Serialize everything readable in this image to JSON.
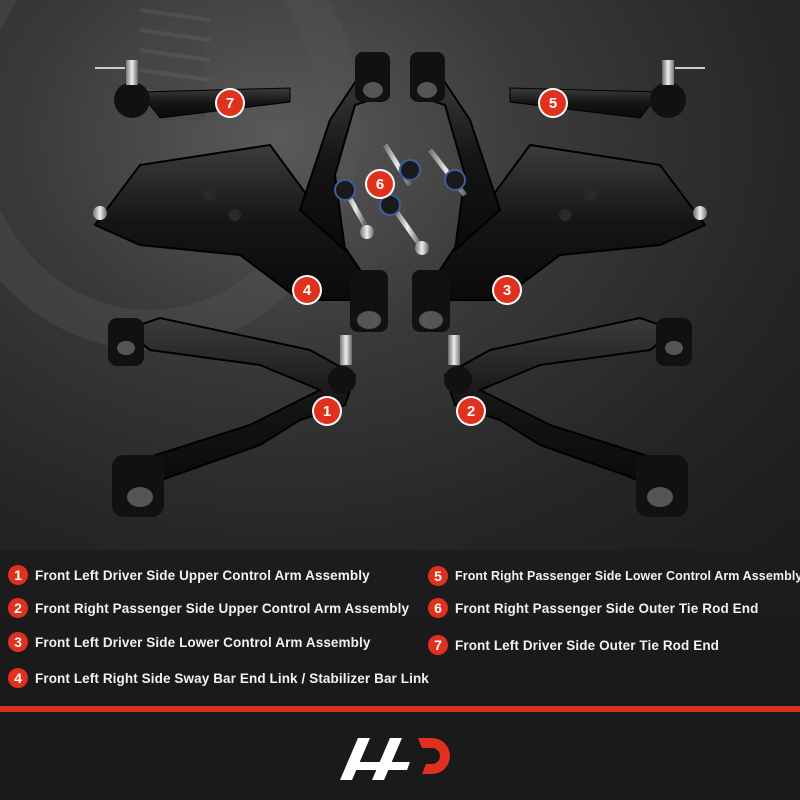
{
  "colors": {
    "accent": "#e0301e",
    "background": "#1a1a1a",
    "text": "#f2f2f2"
  },
  "badges": {
    "b1": "1",
    "b2": "2",
    "b3": "3",
    "b4": "4",
    "b5": "5",
    "b6": "6",
    "b7": "7"
  },
  "legend": {
    "items": [
      {
        "num": "1",
        "label": "Front Left Driver Side Upper Control Arm Assembly"
      },
      {
        "num": "2",
        "label": "Front Right Passenger Side Upper Control Arm Assembly"
      },
      {
        "num": "3",
        "label": "Front Left Driver Side Lower Control Arm Assembly"
      },
      {
        "num": "4",
        "label": "Front Left Right Side Sway Bar End Link / Stabilizer Bar Link"
      },
      {
        "num": "5",
        "label": "Front Right Passenger Side Lower Control Arm Assembly"
      },
      {
        "num": "6",
        "label": "Front Right Passenger Side Outer Tie Rod End"
      },
      {
        "num": "7",
        "label": "Front Left Driver Side Outer Tie Rod End"
      }
    ]
  },
  "logo": {
    "icon": "a-premium-logo"
  }
}
